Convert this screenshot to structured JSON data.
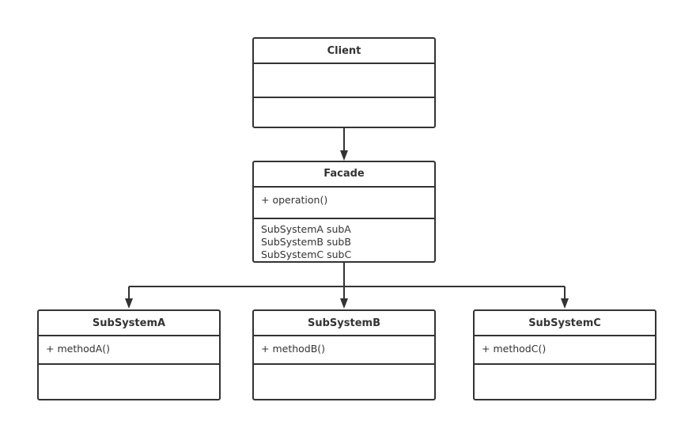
{
  "diagram": {
    "classes": {
      "client": {
        "name": "Client",
        "operations": [],
        "attributes": []
      },
      "facade": {
        "name": "Facade",
        "operations": [
          "+ operation()"
        ],
        "attributes": [
          "SubSystemA subA",
          "SubSystemB subB",
          "SubSystemC subC"
        ]
      },
      "subsystem_a": {
        "name": "SubSystemA",
        "operations": [
          "+ methodA()"
        ],
        "attributes": []
      },
      "subsystem_b": {
        "name": "SubSystemB",
        "operations": [
          "+ methodB()"
        ],
        "attributes": []
      },
      "subsystem_c": {
        "name": "SubSystemC",
        "operations": [
          "+ methodC()"
        ],
        "attributes": []
      }
    },
    "connectors": [
      {
        "from": "Client",
        "to": "Facade",
        "type": "association-arrow"
      },
      {
        "from": "Facade",
        "to": "SubSystemA",
        "type": "association-arrow"
      },
      {
        "from": "Facade",
        "to": "SubSystemB",
        "type": "association-arrow"
      },
      {
        "from": "Facade",
        "to": "SubSystemC",
        "type": "association-arrow"
      }
    ],
    "colors": {
      "stroke": "#333333",
      "text": "#333333",
      "background": "#ffffff"
    }
  }
}
